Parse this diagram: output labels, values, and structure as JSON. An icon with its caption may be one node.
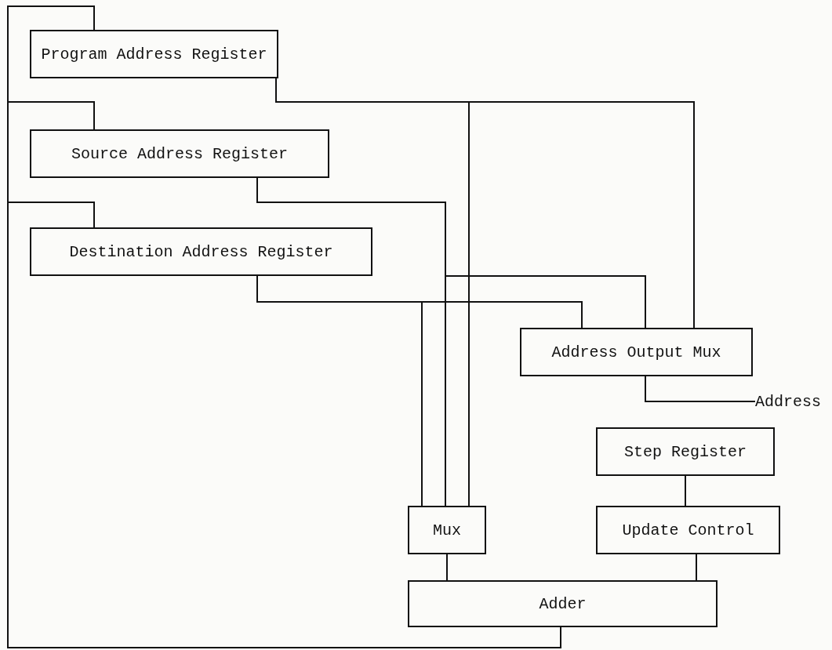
{
  "diagram": {
    "nodes": [
      {
        "text": [
          "Program Address Register"
        ]
      },
      {
        "text": [
          "Source Address Register"
        ]
      },
      {
        "text": [
          "Destination Address Register"
        ]
      },
      {
        "text": [
          "Address Output Mux"
        ]
      },
      {
        "text": [
          "Address"
        ]
      },
      {
        "text": [
          "Step Register"
        ]
      },
      {
        "text": [
          "Mux"
        ]
      },
      {
        "text": [
          "Update Control"
        ]
      },
      {
        "text": [
          "Adder"
        ]
      }
    ],
    "edges": [
      {
        "from": 8,
        "to": 0,
        "arrow": "none"
      },
      {
        "from": 8,
        "to": 1,
        "arrow": "none"
      },
      {
        "from": 8,
        "to": 2,
        "arrow": "none"
      },
      {
        "from": 0,
        "to": 3,
        "arrow": "none"
      },
      {
        "from": 0,
        "to": 6,
        "arrow": "none"
      },
      {
        "from": 1,
        "to": 6,
        "arrow": "none"
      },
      {
        "from": 1,
        "to": 3,
        "arrow": "none"
      },
      {
        "from": 2,
        "to": 6,
        "arrow": "none"
      },
      {
        "from": 2,
        "to": 3,
        "arrow": "none"
      },
      {
        "from": 3,
        "to": 4,
        "arrow": "none"
      },
      {
        "from": 5,
        "to": 7,
        "arrow": "none"
      },
      {
        "from": 7,
        "to": 8,
        "arrow": "none"
      },
      {
        "from": 6,
        "to": 8,
        "arrow": "none"
      }
    ]
  }
}
